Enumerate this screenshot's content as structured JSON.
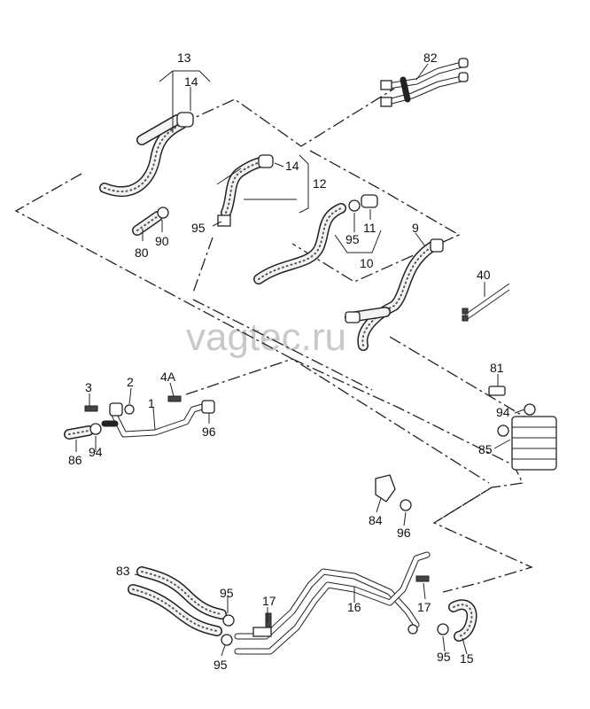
{
  "watermark": "vagtec.ru",
  "callouts": [
    {
      "id": "c13",
      "text": "13"
    },
    {
      "id": "c14a",
      "text": "14"
    },
    {
      "id": "c82",
      "text": "82"
    },
    {
      "id": "c14b",
      "text": "14"
    },
    {
      "id": "c12",
      "text": "12"
    },
    {
      "id": "c95a",
      "text": "95"
    },
    {
      "id": "c90",
      "text": "90"
    },
    {
      "id": "c80",
      "text": "80"
    },
    {
      "id": "c11",
      "text": "11"
    },
    {
      "id": "c95b",
      "text": "95"
    },
    {
      "id": "c9",
      "text": "9"
    },
    {
      "id": "c10",
      "text": "10"
    },
    {
      "id": "c40",
      "text": "40"
    },
    {
      "id": "c81",
      "text": "81"
    },
    {
      "id": "c3",
      "text": "3"
    },
    {
      "id": "c2",
      "text": "2"
    },
    {
      "id": "c4A",
      "text": "4A"
    },
    {
      "id": "c1",
      "text": "1"
    },
    {
      "id": "c94a",
      "text": "94"
    },
    {
      "id": "c96a",
      "text": "96"
    },
    {
      "id": "c85",
      "text": "85"
    },
    {
      "id": "c86",
      "text": "86"
    },
    {
      "id": "c94b",
      "text": "94"
    },
    {
      "id": "c84",
      "text": "84"
    },
    {
      "id": "c96b",
      "text": "96"
    },
    {
      "id": "c83",
      "text": "83"
    },
    {
      "id": "c95c",
      "text": "95"
    },
    {
      "id": "c17a",
      "text": "17"
    },
    {
      "id": "c16",
      "text": "16"
    },
    {
      "id": "c17b",
      "text": "17"
    },
    {
      "id": "c95d",
      "text": "95"
    },
    {
      "id": "c95e",
      "text": "95"
    },
    {
      "id": "c15",
      "text": "15"
    }
  ]
}
